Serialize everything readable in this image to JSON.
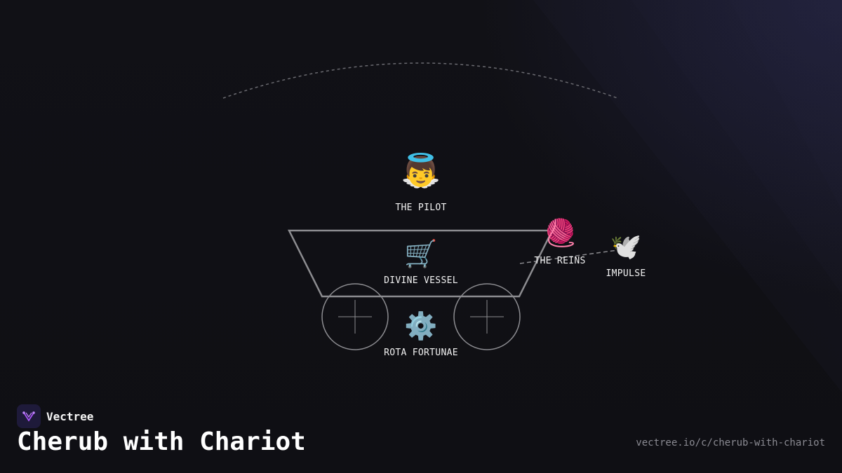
{
  "colors": {
    "background": "#111116",
    "stroke": "#8c8c90",
    "dashed": "#6a6a70",
    "label": "#f2f2f2",
    "url": "#8a8a92",
    "logo_bg": "#1e1a3a",
    "logo_accent": "#a855f7"
  },
  "nodes": {
    "pilot": {
      "icon": "cherub-emoji",
      "glyph": "👼",
      "label": "THE PILOT"
    },
    "vessel": {
      "icon": "shopping-cart-emoji",
      "glyph": "🛒",
      "label": "DIVINE VESSEL"
    },
    "wheel": {
      "icon": "gear-emoji",
      "glyph": "⚙️",
      "label": "ROTA FORTUNAE"
    },
    "reins": {
      "icon": "yarn-emoji",
      "glyph": "🧶",
      "label": "THE REINS"
    },
    "impulse": {
      "icon": "dove-emoji",
      "glyph": "🕊️",
      "label": "IMPULSE"
    }
  },
  "footer": {
    "brand_name": "Vectree",
    "title": "Cherub with Chariot",
    "url": "vectree.io/c/cherub-with-chariot"
  }
}
